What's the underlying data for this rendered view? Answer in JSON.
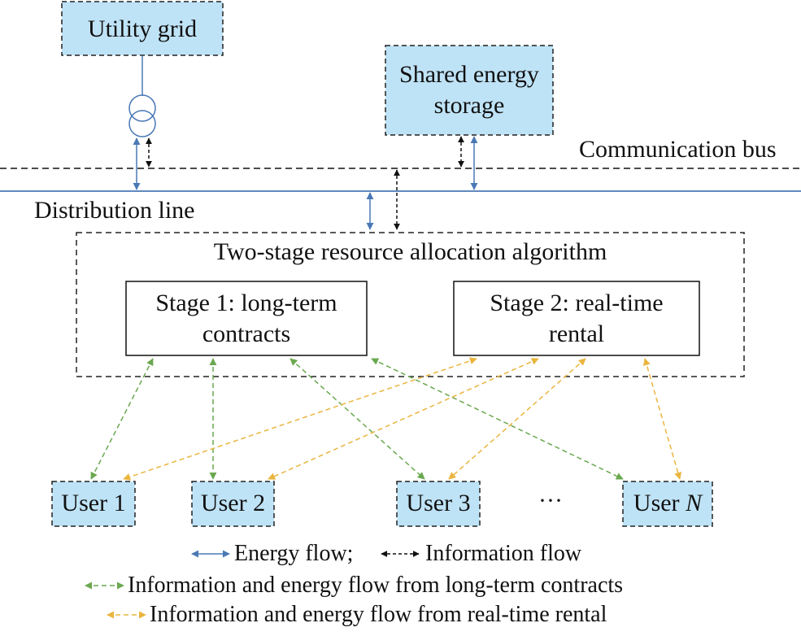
{
  "nodes": {
    "utility_grid": "Utility grid",
    "shared_storage_line1": "Shared energy",
    "shared_storage_line2": "storage",
    "communication_bus": "Communication bus",
    "distribution_line": "Distribution line",
    "algorithm": "Two-stage resource allocation algorithm",
    "stage1_line1": "Stage 1: long-term",
    "stage1_line2": "contracts",
    "stage2_line1": "Stage 2: real-time",
    "stage2_line2": "rental",
    "users": [
      {
        "prefix": "User",
        "index": "1"
      },
      {
        "prefix": "User",
        "index": "2"
      },
      {
        "prefix": "User",
        "index": "3"
      },
      {
        "prefix": "User",
        "index": "N"
      }
    ],
    "ellipsis": "···"
  },
  "legend": {
    "energy_flow": "Energy flow;",
    "information_flow": "Information flow",
    "long_term": "Information and energy flow from long-term contracts",
    "real_time": "Information and energy flow from real-time rental"
  },
  "colors": {
    "node_fill": "#bfe3f6",
    "energy": "#4a78b5",
    "information": "#111111",
    "long_term": "#6aa84f",
    "real_time": "#eab53f"
  }
}
